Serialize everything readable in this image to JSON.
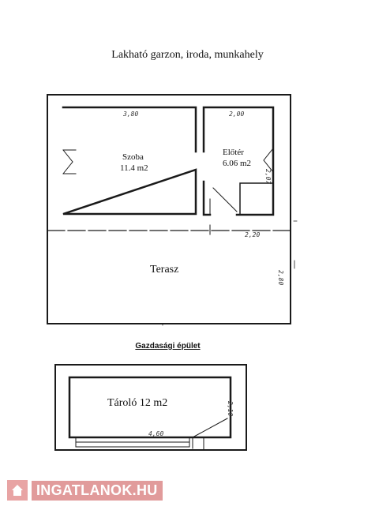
{
  "title": "Lakható garzon, iroda, munkahely",
  "rooms": {
    "szoba": {
      "name": "Szoba",
      "area": "11.4 m2"
    },
    "eloter": {
      "name": "Előtér",
      "area": "6.06 m2"
    },
    "terasz": {
      "name": "Terasz"
    },
    "tarolo": {
      "label": "Tároló 12 m2"
    }
  },
  "dimensions": {
    "szoba_width": "3,80",
    "eloter_width": "2,00",
    "eloter_side": "2,07",
    "terasz_width": "2,20",
    "terasz_depth": "2,80",
    "tarolo_width": "4,60",
    "tarolo_side": "2,10"
  },
  "section_title": "Gazdasági épület",
  "watermark": "INGATLANOK.HU",
  "colors": {
    "line": "#1a1a1a",
    "watermark": "#c94a4a"
  }
}
